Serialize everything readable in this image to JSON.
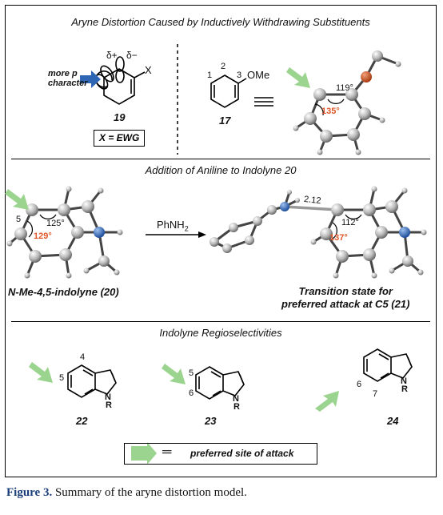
{
  "panels": {
    "top_title": "Aryne Distortion Caused by Inductively Withdrawing Substituents",
    "middle_title": "Addition of Aniline to Indolyne 20",
    "bottom_title": "Indolyne Regioselectivities"
  },
  "top": {
    "more_p_line1": "more p",
    "more_p_line2": "character",
    "delta_plus": "δ+",
    "delta_minus": "δ−",
    "x_label": "X",
    "cmpd19": "19",
    "x_ewg": "X = EWG",
    "pos1": "1",
    "pos2": "2",
    "pos3": "3",
    "ome": "OMe",
    "cmpd17": "17",
    "angle_119": "119°",
    "angle_135": "135°"
  },
  "middle": {
    "pos5": "5",
    "angle_125": "125°",
    "angle_129": "129°",
    "reagent": "PhNH",
    "reagent_sub": "2",
    "dist": "2.12",
    "angle_112": "112°",
    "angle_137": "137°",
    "label20": "N-Me-4,5-indolyne (20)",
    "ts_line1": "Transition state for",
    "ts_line2": "preferred attack at C5 (21)"
  },
  "bottom": {
    "c22_pos4": "4",
    "c22_pos5": "5",
    "c23_pos5": "5",
    "c23_pos6": "6",
    "c24_pos6": "6",
    "c24_pos7": "7",
    "n": "N",
    "r": "R",
    "cmpd22": "22",
    "cmpd23": "23",
    "cmpd24": "24"
  },
  "legend": {
    "equals": "═",
    "text": "preferred site of attack"
  },
  "caption": {
    "label": "Figure 3.",
    "text": " Summary of the aryne distortion model."
  },
  "colors": {
    "arrow_green": "#9bd48e",
    "arrow_blue": "#2f66b3",
    "angle_red": "#e0582a",
    "oxygen": "#c8501e",
    "nitrogen": "#2b5fb0",
    "caption_blue": "#1a3e7a"
  }
}
